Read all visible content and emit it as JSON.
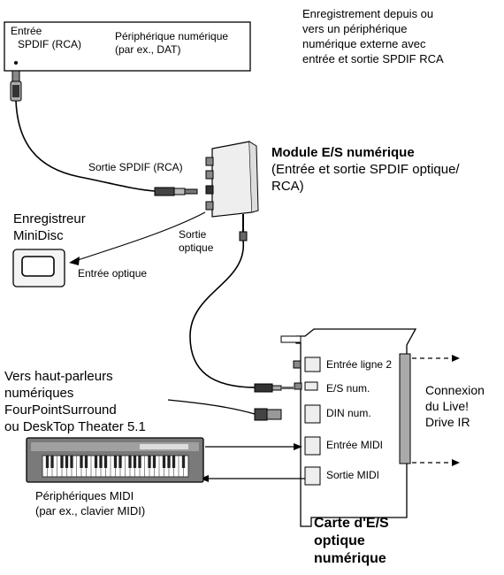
{
  "top_note": [
    "Enregistrement depuis ou",
    "vers un périphérique",
    "numérique externe avec",
    "entrée et sortie SPDIF RCA"
  ],
  "digital_device": {
    "input_label": [
      "Entrée",
      "SPDIF (RCA)"
    ],
    "device_label": [
      "Périphérique numérique",
      "(par ex., DAT)"
    ]
  },
  "io_module": {
    "title": "Module E/S numérique",
    "subtitle": [
      "(Entrée et sortie SPDIF optique/",
      "RCA)"
    ],
    "spdif_out_label": "Sortie SPDIF (RCA)",
    "optical_out_label": [
      "Sortie",
      "optique"
    ]
  },
  "minidisc": {
    "title": [
      "Enregistreur",
      "MiniDisc"
    ],
    "optical_in_label": "Entrée optique"
  },
  "speakers_note": [
    "Vers haut-parleurs",
    "numériques",
    "FourPointSurround",
    "ou DeskTop Theater 5.1"
  ],
  "card": {
    "ports": [
      "Entrée ligne 2",
      "E/S num.",
      "DIN num.",
      "Entrée MIDI",
      "Sortie MIDI"
    ],
    "title": [
      "Carte d'E/S",
      "optique",
      "numérique"
    ]
  },
  "live_drive": [
    "Connexion",
    "du Live!",
    "Drive IR"
  ],
  "midi_devices": [
    "Périphériques MIDI",
    "(par ex., clavier MIDI)"
  ]
}
